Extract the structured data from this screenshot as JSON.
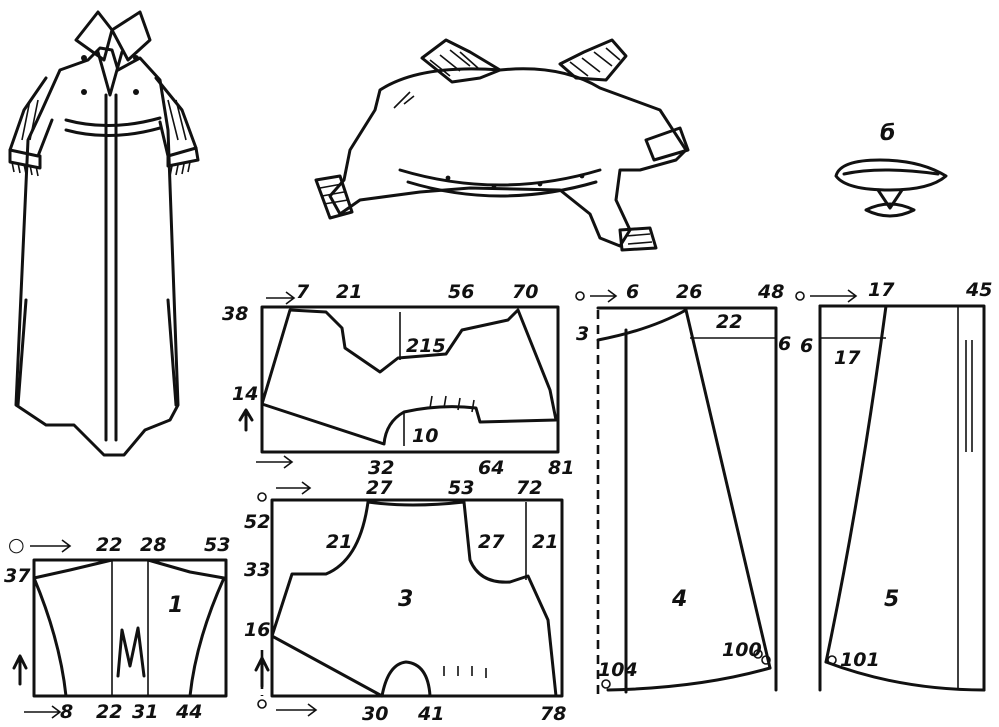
{
  "labels": {
    "detail_b": "б"
  },
  "pieces": {
    "p1": {
      "number": "1",
      "origin_top": "○",
      "top": [
        "22",
        "28",
        "53"
      ],
      "left": [
        "37"
      ],
      "bottom": [
        "8",
        "22",
        "31",
        "44"
      ]
    },
    "p2": {
      "top": [
        "7",
        "21",
        "56",
        "70"
      ],
      "left": [
        "38",
        "14"
      ],
      "inner": [
        "215",
        "10"
      ],
      "bottom": [
        "32",
        "64",
        "81"
      ]
    },
    "p3": {
      "number": "3",
      "top": [
        "27",
        "53",
        "72"
      ],
      "left": [
        "52",
        "33",
        "16"
      ],
      "inner": [
        "21",
        "27",
        "21"
      ],
      "bottom": [
        "30",
        "41",
        "78"
      ]
    },
    "p4": {
      "number": "4",
      "top": [
        "6",
        "26",
        "48"
      ],
      "left": [
        "3"
      ],
      "right": [
        "6"
      ],
      "inner": [
        "22",
        "104",
        "100"
      ]
    },
    "p5": {
      "number": "5",
      "top": [
        "17",
        "45"
      ],
      "left": [
        "6"
      ],
      "inner": [
        "17",
        "101"
      ]
    }
  }
}
